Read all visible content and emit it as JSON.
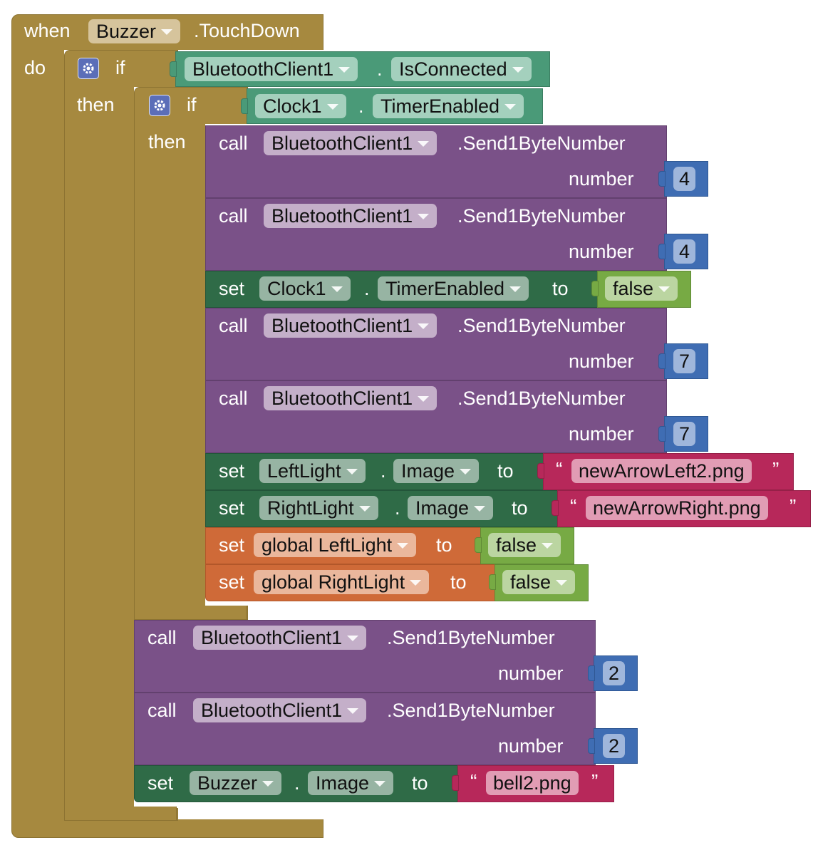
{
  "event": {
    "when": "when",
    "component": "Buzzer",
    "event_name": ".TouchDown",
    "do": "do"
  },
  "if_outer": {
    "if": "if",
    "then": "then",
    "component": "BluetoothClient1",
    "dot": ".",
    "property": "IsConnected"
  },
  "if_inner": {
    "if": "if",
    "then": "then",
    "component": "Clock1",
    "dot": ".",
    "property": "TimerEnabled"
  },
  "keywords": {
    "call": "call",
    "set": "set",
    "to": "to",
    "number": "number",
    "dot": ".",
    "open_quote": "“",
    "close_quote": "”"
  },
  "inner_blocks": [
    {
      "component": "BluetoothClient1",
      "method": ".Send1ByteNumber",
      "value": "4"
    },
    {
      "component": "BluetoothClient1",
      "method": ".Send1ByteNumber",
      "value": "4"
    },
    {
      "component": "Clock1",
      "property": "TimerEnabled",
      "value": "false"
    },
    {
      "component": "BluetoothClient1",
      "method": ".Send1ByteNumber",
      "value": "7"
    },
    {
      "component": "BluetoothClient1",
      "method": ".Send1ByteNumber",
      "value": "7"
    },
    {
      "component": "LeftLight",
      "property": "Image",
      "value": "newArrowLeft2.png"
    },
    {
      "component": "RightLight",
      "property": "Image",
      "value": "newArrowRight.png"
    },
    {
      "variable": "global LeftLight",
      "value": "false"
    },
    {
      "variable": "global RightLight",
      "value": "false"
    }
  ],
  "outer_blocks": [
    {
      "component": "BluetoothClient1",
      "method": ".Send1ByteNumber",
      "value": "2"
    },
    {
      "component": "BluetoothClient1",
      "method": ".Send1ByteNumber",
      "value": "2"
    },
    {
      "component": "Buzzer",
      "property": "Image",
      "value": "bell2.png"
    }
  ],
  "icons": [
    "gear-icon",
    "dropdown-arrow-icon"
  ],
  "colors": {
    "event": "#a6893f",
    "procedure_call": "#7a5188",
    "component_setter": "#2f6b47",
    "component_getter": "#4a9a78",
    "variable_setter": "#cf6a38",
    "logic": "#77aa44",
    "math": "#3f6db3",
    "text": "#b7285a"
  }
}
